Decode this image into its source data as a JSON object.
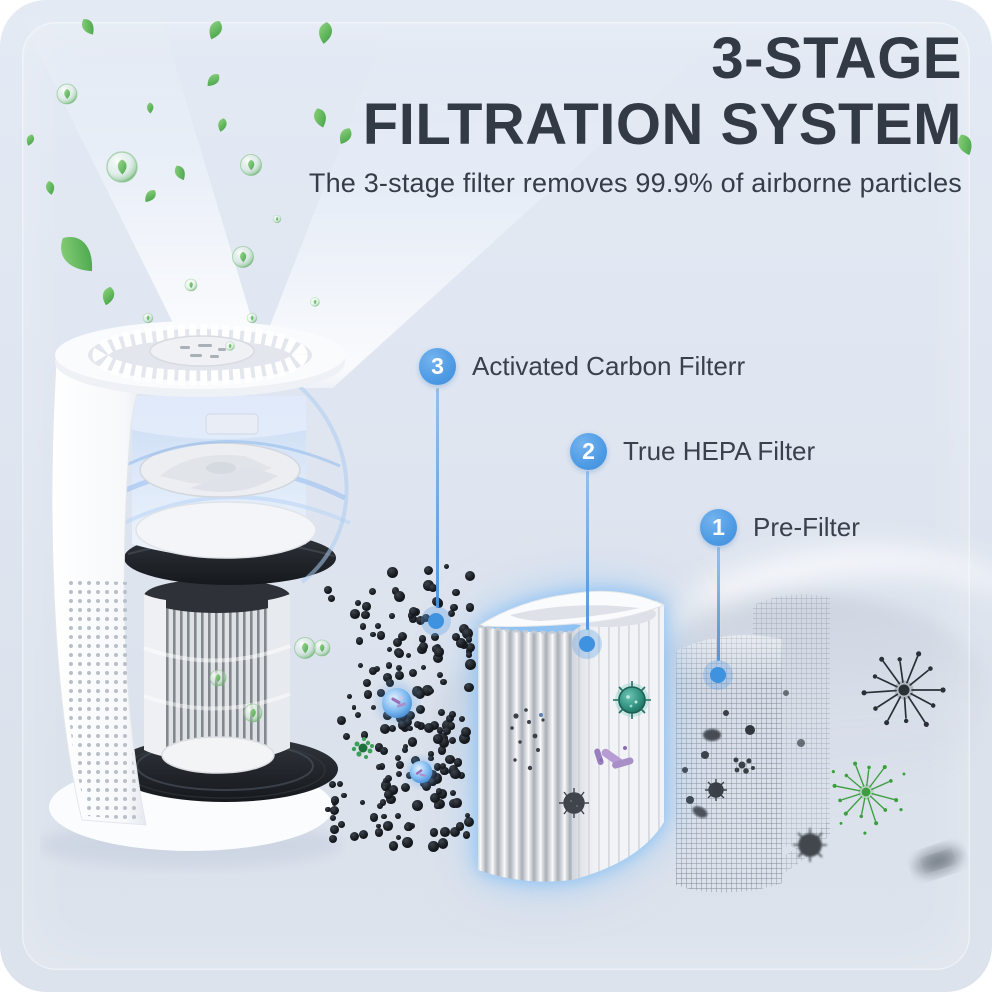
{
  "header": {
    "title_line1": "3-STAGE",
    "title_line2": "FILTRATION SYSTEM",
    "subtitle": "The 3-stage filter removes 99.9% of airborne particles"
  },
  "callouts": [
    {
      "number": "3",
      "label": "Activated Carbon Filterr"
    },
    {
      "number": "2",
      "label": "True HEPA Filter"
    },
    {
      "number": "1",
      "label": "Pre-Filter"
    }
  ],
  "colors": {
    "accent_blue": "#4d9ae4",
    "leader_blue": "#3f92e0",
    "title_text": "#323a45",
    "body_text": "#3a414c",
    "carbon_particle": "#14171c",
    "leaf_green": "#3f9f43",
    "hepa_glow": "#82bef5",
    "pollen_dark": "#2b3037",
    "pollen_green": "#3b9e3f"
  },
  "carbon_cloud": {
    "dense_count": 150,
    "sparse_count": 62
  }
}
